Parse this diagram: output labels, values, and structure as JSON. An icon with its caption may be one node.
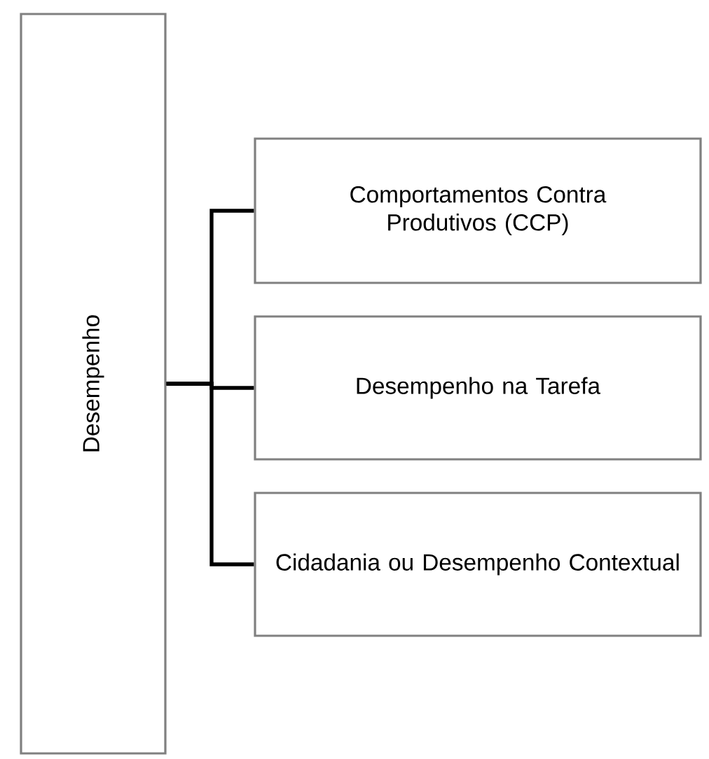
{
  "diagram": {
    "nodes": [
      {
        "text": [
          "Desempenho"
        ]
      },
      {
        "text": [
          "Comportamentos Contra Produtivos (CCP)"
        ]
      },
      {
        "text": [
          "Desempenho na Tarefa"
        ]
      },
      {
        "text": [
          "Cidadania ou Desempenho Contextual"
        ]
      }
    ],
    "edges": [
      {
        "from": 0,
        "to": 1,
        "arrow": "none"
      },
      {
        "from": 0,
        "to": 2,
        "arrow": "none"
      },
      {
        "from": 0,
        "to": 3,
        "arrow": "none"
      }
    ]
  }
}
